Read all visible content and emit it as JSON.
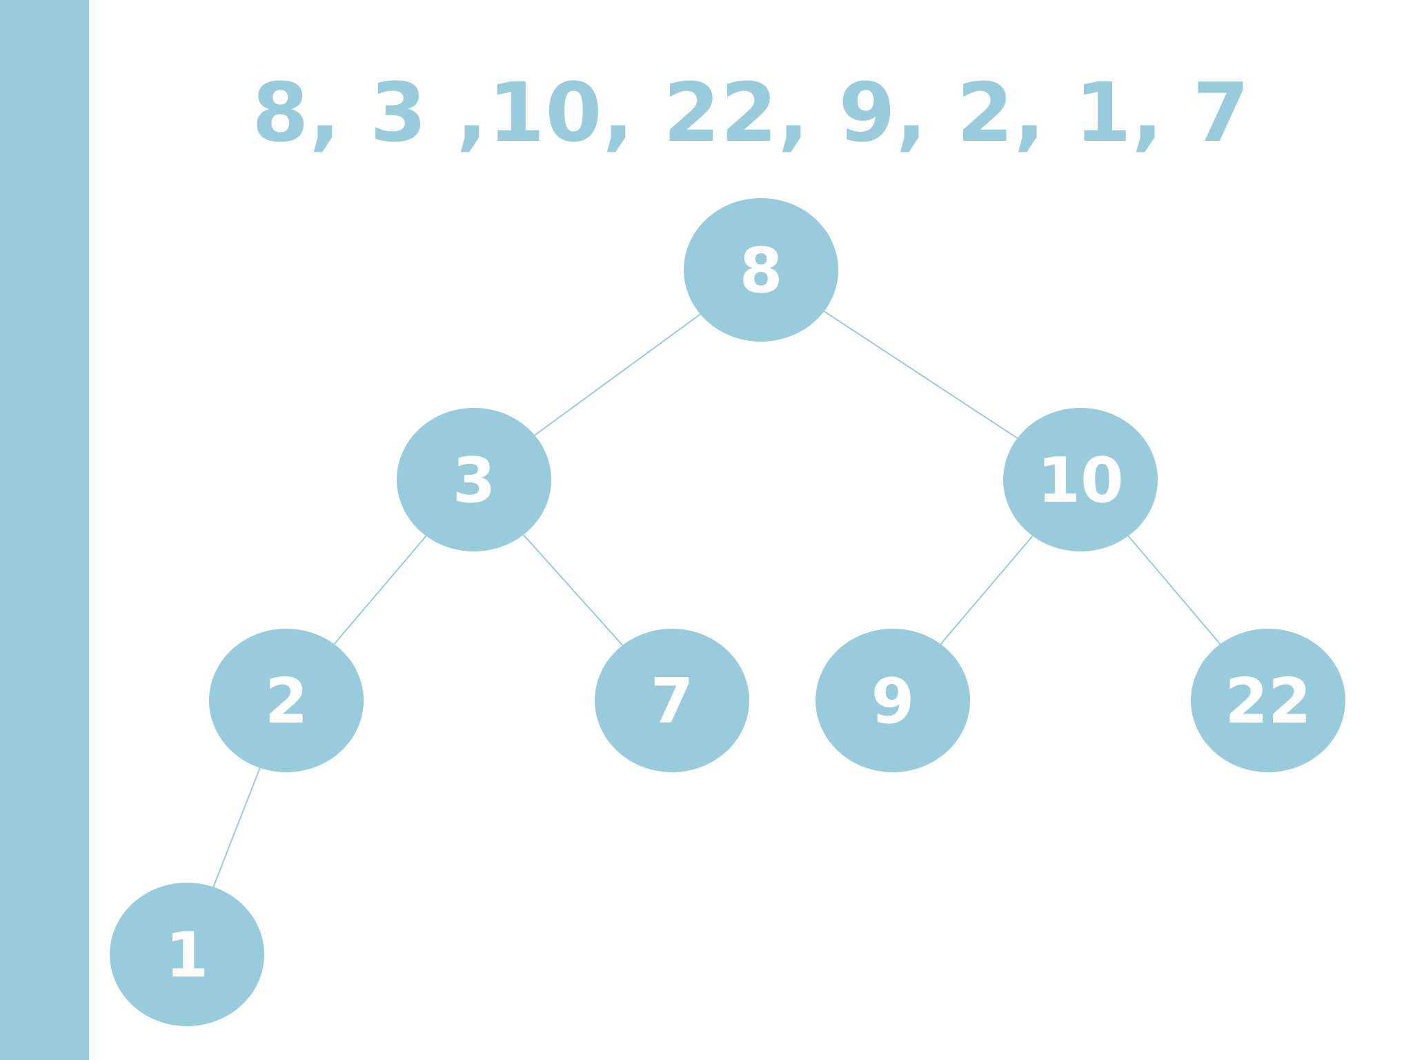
{
  "sequence_text": "8, 3 ,10, 22, 9, 2, 1, 7",
  "colors": {
    "accent": "#98cbdc",
    "node_text": "#ffffff",
    "edge": "#98cbdc"
  },
  "tree": {
    "nodes": [
      {
        "id": "n8",
        "label": "8",
        "depth": 0
      },
      {
        "id": "n3",
        "label": "3",
        "depth": 1,
        "parent": "n8"
      },
      {
        "id": "n10",
        "label": "10",
        "depth": 1,
        "parent": "n8"
      },
      {
        "id": "n2",
        "label": "2",
        "depth": 2,
        "parent": "n3"
      },
      {
        "id": "n7",
        "label": "7",
        "depth": 2,
        "parent": "n3"
      },
      {
        "id": "n9",
        "label": "9",
        "depth": 2,
        "parent": "n10"
      },
      {
        "id": "n22",
        "label": "22",
        "depth": 2,
        "parent": "n10"
      },
      {
        "id": "n1",
        "label": "1",
        "depth": 3,
        "parent": "n2"
      }
    ]
  }
}
